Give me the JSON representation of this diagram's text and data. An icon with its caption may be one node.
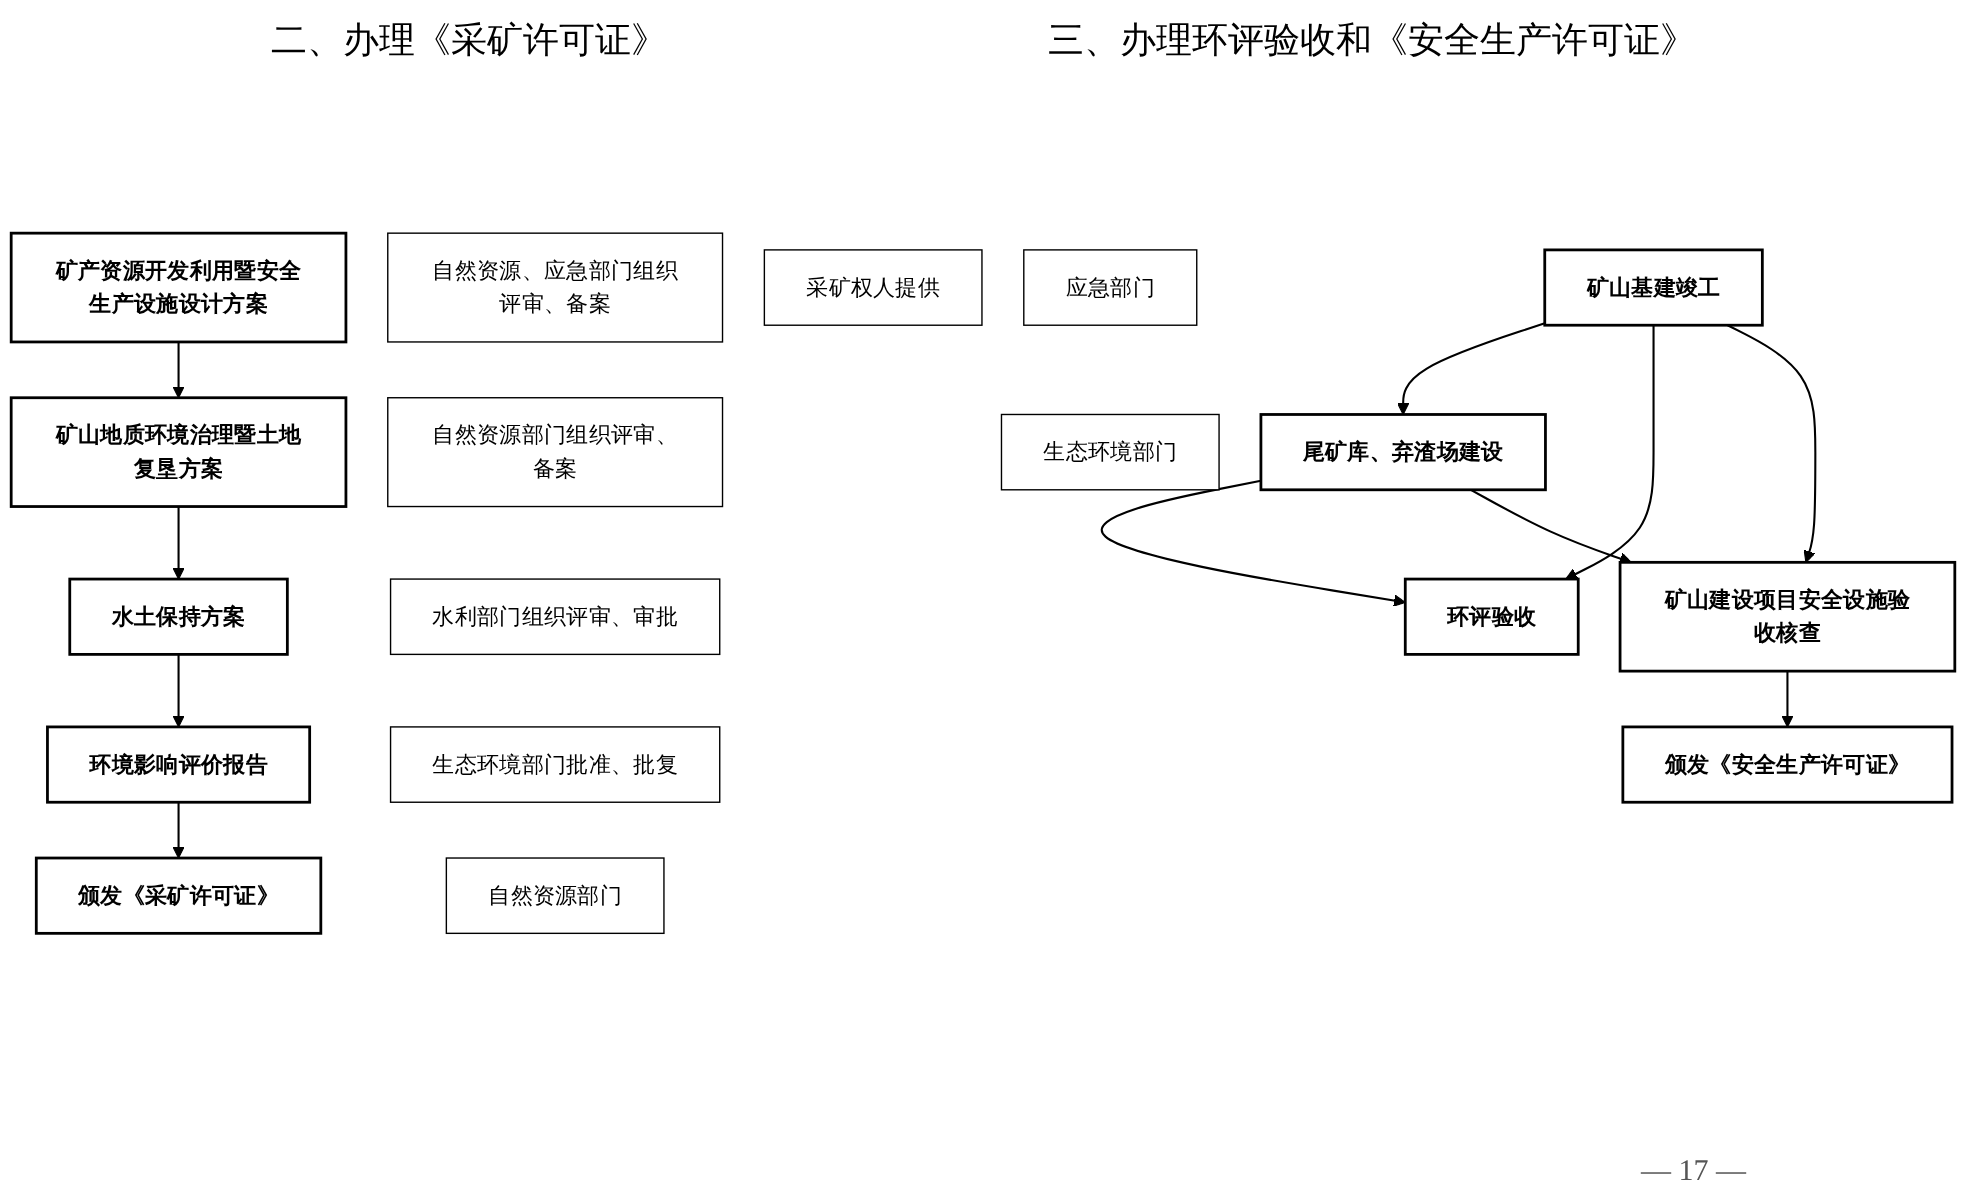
{
  "diagram": {
    "nodes": [
      {
        "text": [
          "矿产资源开发利用暨安全生产设施设计方案"
        ]
      },
      {
        "text": [
          "自然资源、应急部门组织评审、备案"
        ]
      },
      {
        "text": [
          "矿山地质环境治理暨土地复垦方案"
        ]
      },
      {
        "text": [
          "自然资源部门组织评审、备案"
        ]
      },
      {
        "text": [
          "采矿权人提供"
        ]
      },
      {
        "text": [
          "水土保持方案"
        ]
      },
      {
        "text": [
          "水利部门组织评审、审批"
        ]
      },
      {
        "text": [
          "环境影响评价报告"
        ]
      },
      {
        "text": [
          "生态环境部门批准、批复"
        ]
      },
      {
        "text": [
          "颁发《采矿许可证》"
        ]
      },
      {
        "text": [
          "自然资源部门"
        ]
      },
      {
        "text": [
          "矿山基建竣工"
        ]
      },
      {
        "text": [
          "尾矿库、弃渣场建设"
        ]
      },
      {
        "text": [
          "环评验收"
        ]
      },
      {
        "text": [
          "矿山建设项目安全设施验收核查"
        ]
      },
      {
        "text": [
          "应急部门"
        ]
      },
      {
        "text": [
          "颁发《安全生产许可证》"
        ]
      },
      {
        "text": [
          "生态环境部门"
        ]
      }
    ],
    "edges": [
      {
        "from": 0,
        "to": 2,
        "arrow": "to"
      },
      {
        "from": 2,
        "to": 5,
        "arrow": "to"
      },
      {
        "from": 5,
        "to": 7,
        "arrow": "to"
      },
      {
        "from": 7,
        "to": 9,
        "arrow": "to"
      },
      {
        "from": 11,
        "to": 12,
        "arrow": "to"
      },
      {
        "from": 11,
        "to": 13,
        "arrow": "to"
      },
      {
        "from": 11,
        "to": 14,
        "arrow": "to"
      },
      {
        "from": 12,
        "to": 13,
        "arrow": "to"
      },
      {
        "from": 12,
        "to": 14,
        "arrow": "to"
      },
      {
        "from": 14,
        "to": 16,
        "arrow": "to"
      }
    ],
    "labels": [
      "二、办理《采矿许可证》",
      "三、办理环评验收和《安全生产许可证》",
      "— 17 —"
    ]
  }
}
